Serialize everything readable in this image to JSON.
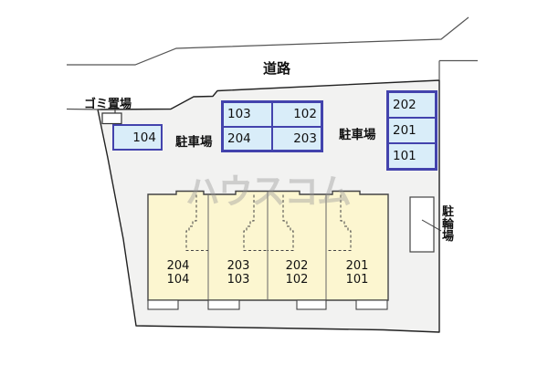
{
  "watermark_text": "ハウスコム",
  "labels": {
    "road": "道路",
    "garbage_area": "ゴミ置場",
    "parking_left": "駐車場",
    "parking_right": "駐車場",
    "bicycle_parking": "駐輪場"
  },
  "parking_spaces": {
    "left_space": "104",
    "center_grid": [
      [
        "103",
        "102"
      ],
      [
        "204",
        "203"
      ]
    ],
    "right_column": [
      "202",
      "201",
      "101"
    ]
  },
  "building_units": [
    {
      "upper": "204",
      "lower": "104"
    },
    {
      "upper": "203",
      "lower": "103"
    },
    {
      "upper": "202",
      "lower": "102"
    },
    {
      "upper": "201",
      "lower": "101"
    }
  ],
  "colors": {
    "site_fill": "#f2f2f1",
    "building_fill": "#fcf6d0",
    "parking_fill": "#d9edf9",
    "parking_border": "#4343ad",
    "watermark": "#999999"
  }
}
